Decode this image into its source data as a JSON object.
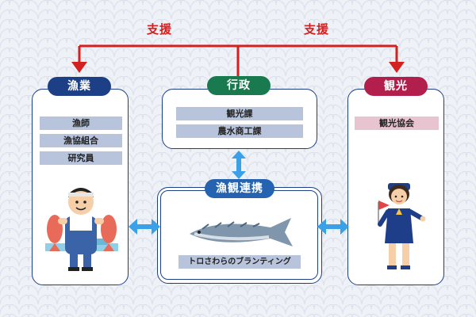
{
  "support": {
    "left": "支援",
    "right": "支援"
  },
  "fishery": {
    "title": "漁業",
    "items": [
      "漁師",
      "漁協組合",
      "研究員"
    ]
  },
  "admin": {
    "title": "行政",
    "items": [
      "観光課",
      "農水商工課"
    ]
  },
  "tourism": {
    "title": "観光",
    "items": [
      "観光協会"
    ]
  },
  "collab": {
    "title": "漁観連携",
    "project": "トロさわらのブランティング"
  },
  "colors": {
    "fishery_accent": "#1d3f86",
    "admin_accent": "#1a7a4f",
    "tourism_accent": "#b21f4c",
    "collab_accent": "#2563b0",
    "support_red": "#d32121",
    "arrow_blue": "#3aa0e8",
    "box_border": "#1d3f86"
  },
  "icons": [
    "fisherman-illustration",
    "mackerel-fish-illustration",
    "tour-guide-illustration"
  ]
}
